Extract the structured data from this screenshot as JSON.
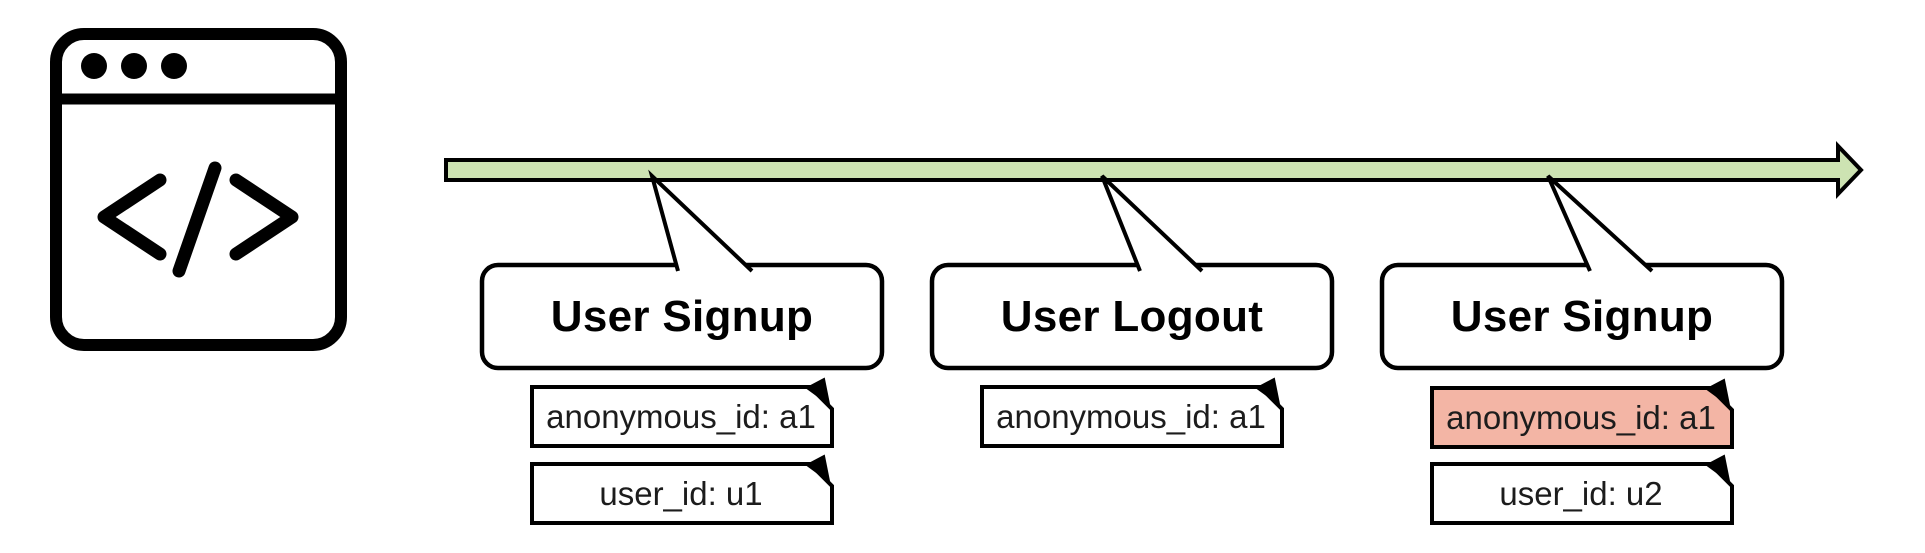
{
  "colors": {
    "timeline_green": "#cde3b2",
    "highlight_salmon": "#f3b5a5",
    "stroke_black": "#000000"
  },
  "diagram": {
    "type": "event-timeline",
    "icon": {
      "name": "browser-code-icon",
      "glyph": "</>"
    },
    "timeline": {
      "shape": "arrow",
      "direction": "left-to-right"
    },
    "events": [
      {
        "title": "User Signup",
        "notes": [
          {
            "text": "anonymous_id: a1",
            "highlight": false
          },
          {
            "text": "user_id: u1",
            "highlight": false
          }
        ]
      },
      {
        "title": "User Logout",
        "notes": [
          {
            "text": "anonymous_id: a1",
            "highlight": false
          }
        ]
      },
      {
        "title": "User Signup",
        "notes": [
          {
            "text": "anonymous_id: a1",
            "highlight": true
          },
          {
            "text": "user_id: u2",
            "highlight": false
          }
        ]
      }
    ]
  }
}
